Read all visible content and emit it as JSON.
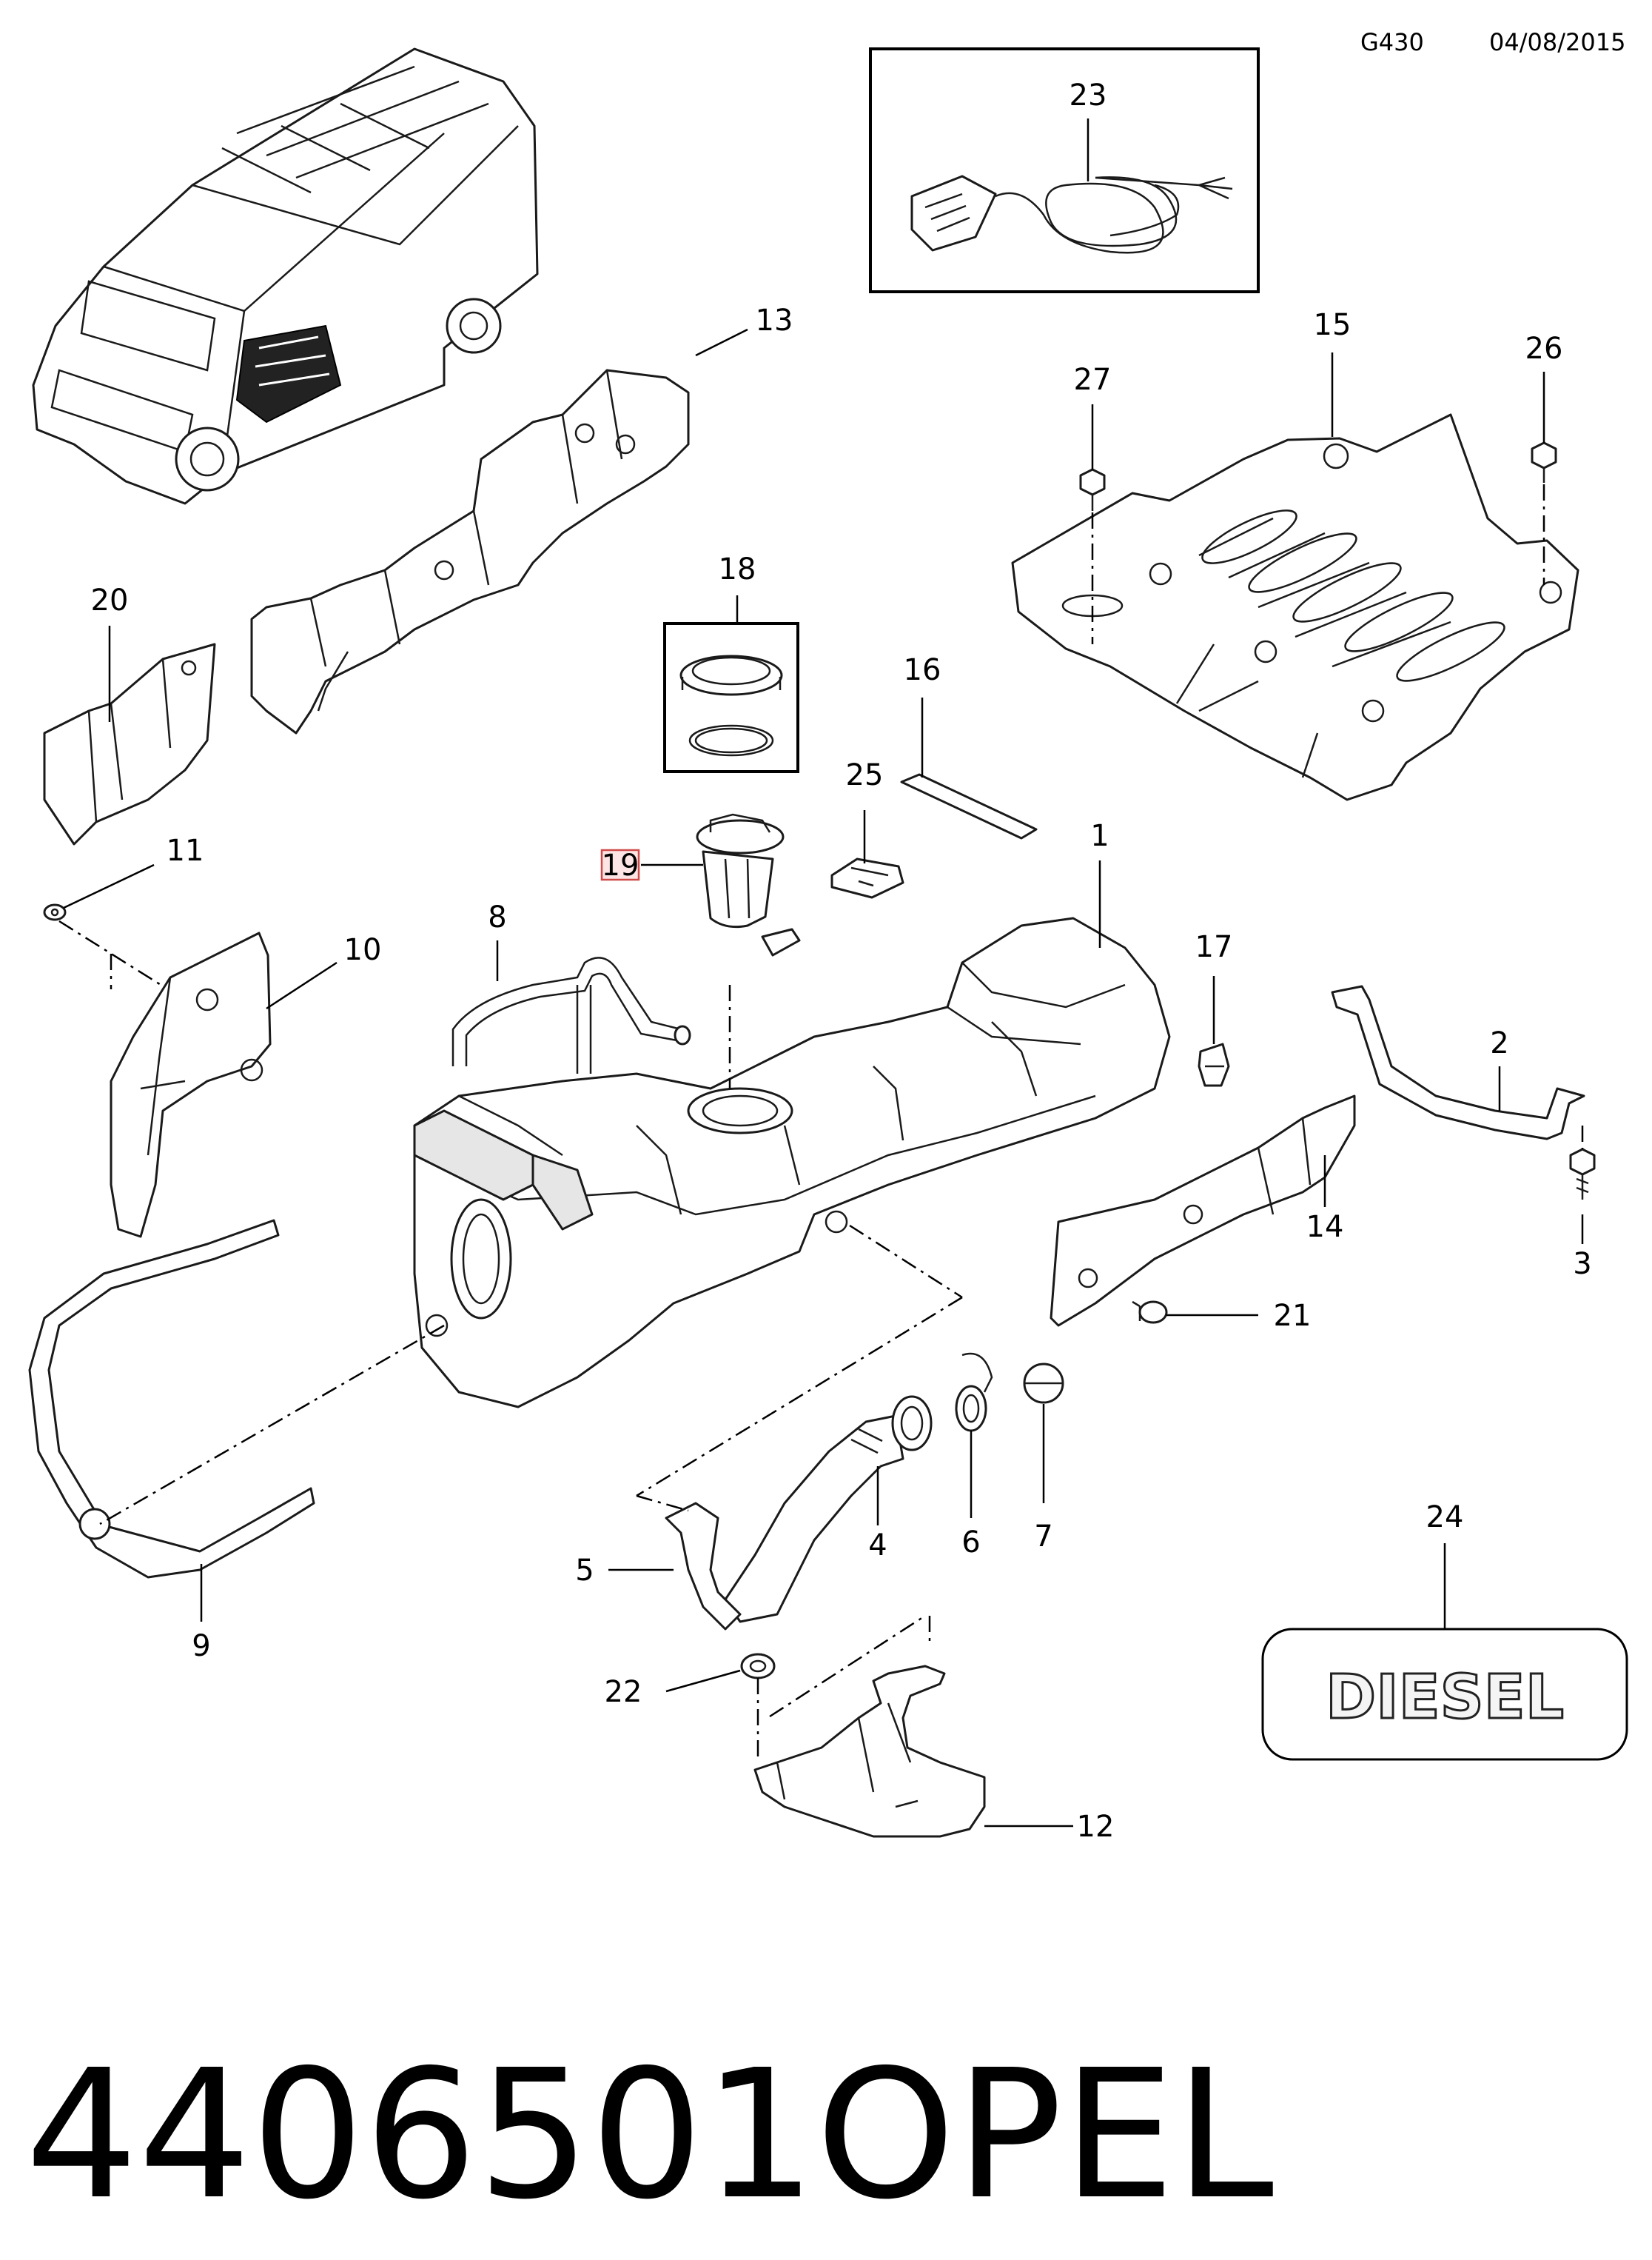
{
  "header": {
    "diagram_code": "G430",
    "date": "04/08/2015"
  },
  "callouts": {
    "c1": "1",
    "c2": "2",
    "c3": "3",
    "c4": "4",
    "c5": "5",
    "c6": "6",
    "c7": "7",
    "c8": "8",
    "c9": "9",
    "c10": "10",
    "c11": "11",
    "c12": "12",
    "c13": "13",
    "c14": "14",
    "c15": "15",
    "c16": "16",
    "c17": "17",
    "c18": "18",
    "c19": "19",
    "c20": "20",
    "c21": "21",
    "c22": "22",
    "c23": "23",
    "c24": "24",
    "c25": "25",
    "c26": "26",
    "c27": "27"
  },
  "badge": {
    "text": "DIESEL"
  },
  "footer": {
    "part_number": "4406501",
    "brand": "OPEL"
  },
  "colors": {
    "highlight_border": "#d04a4a",
    "highlight_fill": "#fde5e5"
  }
}
